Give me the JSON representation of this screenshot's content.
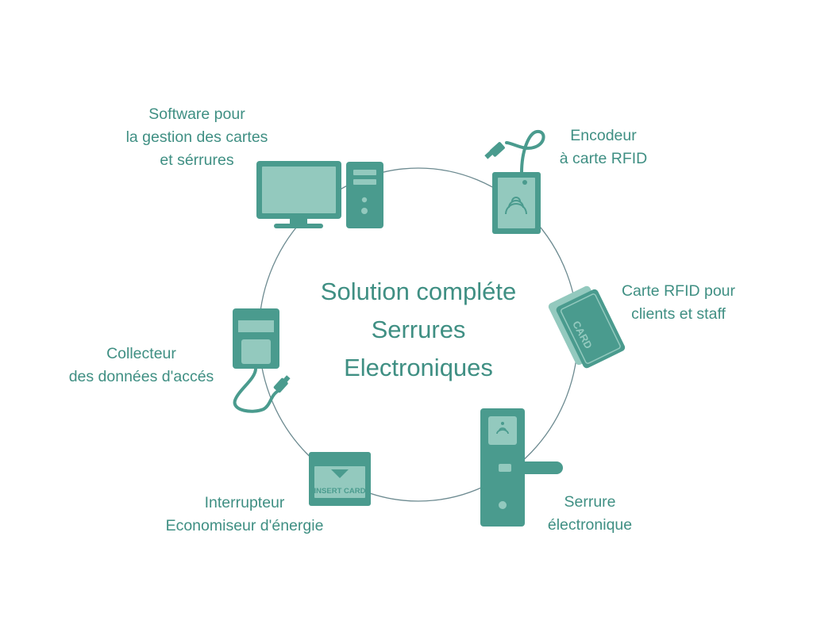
{
  "colors": {
    "dark": "#4a9b8e",
    "light": "#93c9be",
    "ring": "#6c8a90",
    "text": "#3f8f83"
  },
  "center": {
    "line1": "Solution compléte",
    "line2": "Serrures",
    "line3": "Electroniques"
  },
  "items": [
    {
      "id": "software",
      "icon": "computer-icon",
      "line1": "Software pour",
      "line2": "la gestion des cartes",
      "line3": "et sérrures"
    },
    {
      "id": "encoder",
      "icon": "rfid-encoder-icon",
      "line1": "Encodeur",
      "line2": "à carte RFID"
    },
    {
      "id": "cards",
      "icon": "rfid-cards-icon",
      "line1": "Carte RFID pour",
      "line2": "clients et staff",
      "card_text": "CARD"
    },
    {
      "id": "lock",
      "icon": "electronic-lock-icon",
      "line1": "Serrure",
      "line2": "électronique"
    },
    {
      "id": "switch",
      "icon": "energy-saver-switch-icon",
      "line1": "Interrupteur",
      "line2": "Economiseur d'énergie",
      "card_text": "INSERT CARD"
    },
    {
      "id": "collector",
      "icon": "data-collector-icon",
      "line1": "Collecteur",
      "line2": "des données d'accés"
    }
  ]
}
